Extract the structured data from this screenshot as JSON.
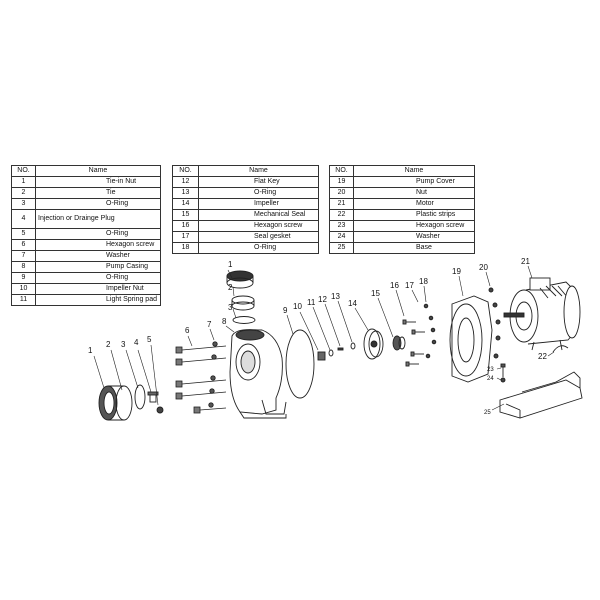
{
  "tables": [
    {
      "header": {
        "no": "NO.",
        "name": "Name"
      },
      "rows": [
        {
          "no": "1",
          "name": "Tie-in Nut"
        },
        {
          "no": "2",
          "name": "Tie"
        },
        {
          "no": "3",
          "name": "O-Ring"
        },
        {
          "no": "4",
          "name": "Injection or Drainge Plug"
        },
        {
          "no": "5",
          "name": "O-Ring"
        },
        {
          "no": "6",
          "name": "Hexagon screw"
        },
        {
          "no": "7",
          "name": "Washer"
        },
        {
          "no": "8",
          "name": "Pump Casing"
        },
        {
          "no": "9",
          "name": "O-Ring"
        },
        {
          "no": "10",
          "name": "Impeller Nut"
        },
        {
          "no": "11",
          "name": "Light Spring pad"
        }
      ]
    },
    {
      "header": {
        "no": "NO.",
        "name": "Name"
      },
      "rows": [
        {
          "no": "12",
          "name": "Flat Key"
        },
        {
          "no": "13",
          "name": "O-Ring"
        },
        {
          "no": "14",
          "name": "Impeller"
        },
        {
          "no": "15",
          "name": "Mechanical Seal"
        },
        {
          "no": "16",
          "name": "Hexagon screw"
        },
        {
          "no": "17",
          "name": "Seal gesket"
        },
        {
          "no": "18",
          "name": "O-Ring"
        }
      ]
    },
    {
      "header": {
        "no": "NO.",
        "name": "Name"
      },
      "rows": [
        {
          "no": "19",
          "name": "Pump Cover"
        },
        {
          "no": "20",
          "name": "Nut"
        },
        {
          "no": "21",
          "name": "Motor"
        },
        {
          "no": "22",
          "name": "Plastic strips"
        },
        {
          "no": "23",
          "name": "Hexagon screw"
        },
        {
          "no": "24",
          "name": "Washer"
        },
        {
          "no": "25",
          "name": "Base"
        }
      ]
    }
  ],
  "callouts": [
    "1",
    "2",
    "3",
    "4",
    "5",
    "6",
    "7",
    "8",
    "9",
    "10",
    "11",
    "12",
    "13",
    "14",
    "15",
    "16",
    "17",
    "18",
    "19",
    "20",
    "21",
    "22",
    "23",
    "24",
    "25"
  ]
}
